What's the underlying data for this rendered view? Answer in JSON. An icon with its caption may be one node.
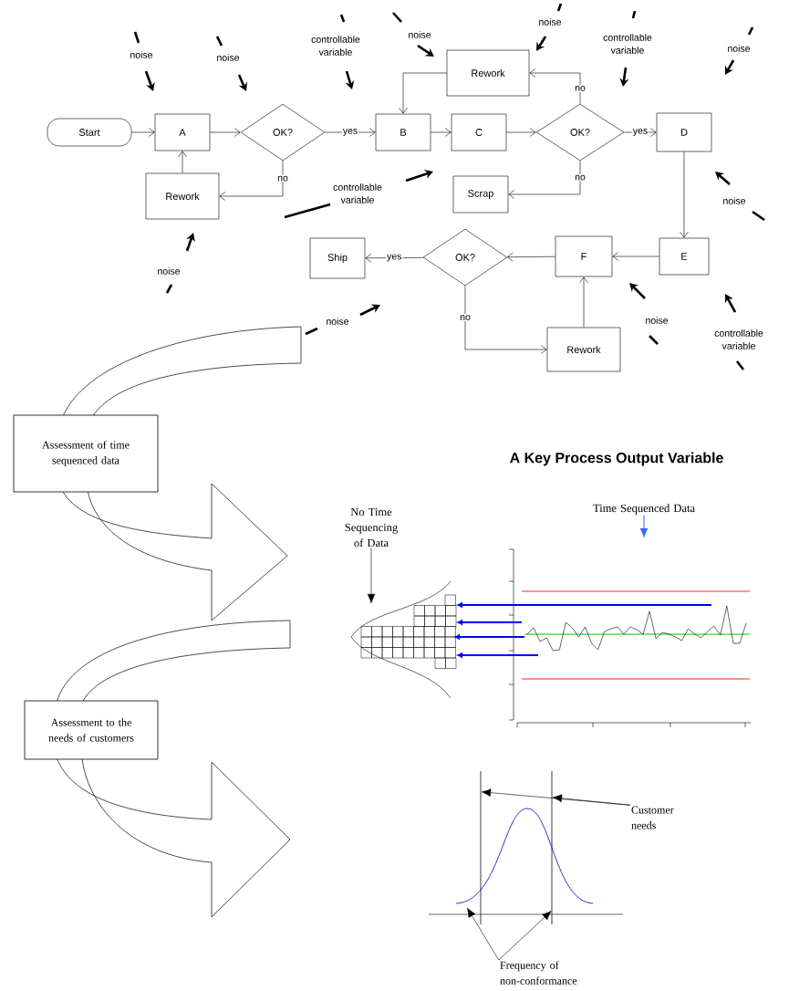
{
  "diagram": {
    "nodes": [
      {
        "text": [
          "Start"
        ]
      },
      {
        "text": [
          "A"
        ]
      },
      {
        "text": [
          "OK?"
        ]
      },
      {
        "text": [
          "Rework"
        ]
      },
      {
        "text": [
          "Rework"
        ]
      },
      {
        "text": [
          "B"
        ]
      },
      {
        "text": [
          "C"
        ]
      },
      {
        "text": [
          "OK?"
        ]
      },
      {
        "text": [
          "D"
        ]
      },
      {
        "text": [
          "Scrap"
        ]
      },
      {
        "text": [
          "E"
        ]
      },
      {
        "text": [
          "F"
        ]
      },
      {
        "text": [
          "OK?"
        ]
      },
      {
        "text": [
          "Ship"
        ]
      },
      {
        "text": [
          "Rework"
        ]
      },
      {
        "text": [
          "Assessment of time sequenced data"
        ]
      },
      {
        "text": [
          "Assessment to the needs of customers"
        ]
      },
      {
        "text": [
          "No Time Sequencing of Data"
        ]
      },
      {
        "text": [
          "Time Sequenced Data"
        ]
      },
      {
        "text": [
          "Customer needs"
        ]
      },
      {
        "text": [
          "Frequency of non-conformance"
        ]
      },
      {
        "text": [],
        "shape": "line"
      },
      {
        "text": [],
        "shape": "line"
      },
      {
        "text": [],
        "shape": "curve"
      }
    ],
    "edges": [
      {
        "from": 0,
        "to": 1,
        "arrow": "to"
      },
      {
        "from": 1,
        "to": 2,
        "arrow": "to"
      },
      {
        "from": 2,
        "to": 5,
        "arrow": "to",
        "label": "yes"
      },
      {
        "from": 2,
        "to": 3,
        "arrow": "to",
        "label": "no"
      },
      {
        "from": 3,
        "to": 1,
        "arrow": "to"
      },
      {
        "from": 4,
        "to": 5,
        "arrow": "to"
      },
      {
        "from": 5,
        "to": 6,
        "arrow": "to"
      },
      {
        "from": 6,
        "to": 7,
        "arrow": "to"
      },
      {
        "from": 7,
        "to": 4,
        "arrow": "to",
        "label": "no"
      },
      {
        "from": 7,
        "to": 8,
        "arrow": "to",
        "label": "yes"
      },
      {
        "from": 7,
        "to": 9,
        "arrow": "to",
        "label": "no"
      },
      {
        "from": 8,
        "to": 10,
        "arrow": "to"
      },
      {
        "from": 10,
        "to": 11,
        "arrow": "to"
      },
      {
        "from": 11,
        "to": 12,
        "arrow": "to"
      },
      {
        "from": 12,
        "to": 13,
        "arrow": "to",
        "label": "yes"
      },
      {
        "from": 12,
        "to": 14,
        "arrow": "to",
        "label": "no"
      },
      {
        "from": 14,
        "to": 11,
        "arrow": "to"
      },
      {
        "from": 17,
        "to": null,
        "arrow": "to"
      },
      {
        "from": 18,
        "to": null,
        "arrow": "to",
        "color": "#3366ff"
      },
      {
        "from": 19,
        "to": 21,
        "arrow": "to"
      },
      {
        "from": 19,
        "to": 22,
        "arrow": "to"
      },
      {
        "from": 20,
        "to": 23,
        "arrow": "to"
      },
      {
        "from": 20,
        "to": 22,
        "arrow": "to"
      }
    ],
    "labels": [
      "noise",
      "noise",
      "controllable variable",
      "controllable variable",
      "noise",
      "noise",
      "noise",
      "controllable variable",
      "noise",
      "noise",
      "noise",
      "noise",
      "controllable variable",
      "A Key Process Output Variable"
    ]
  }
}
